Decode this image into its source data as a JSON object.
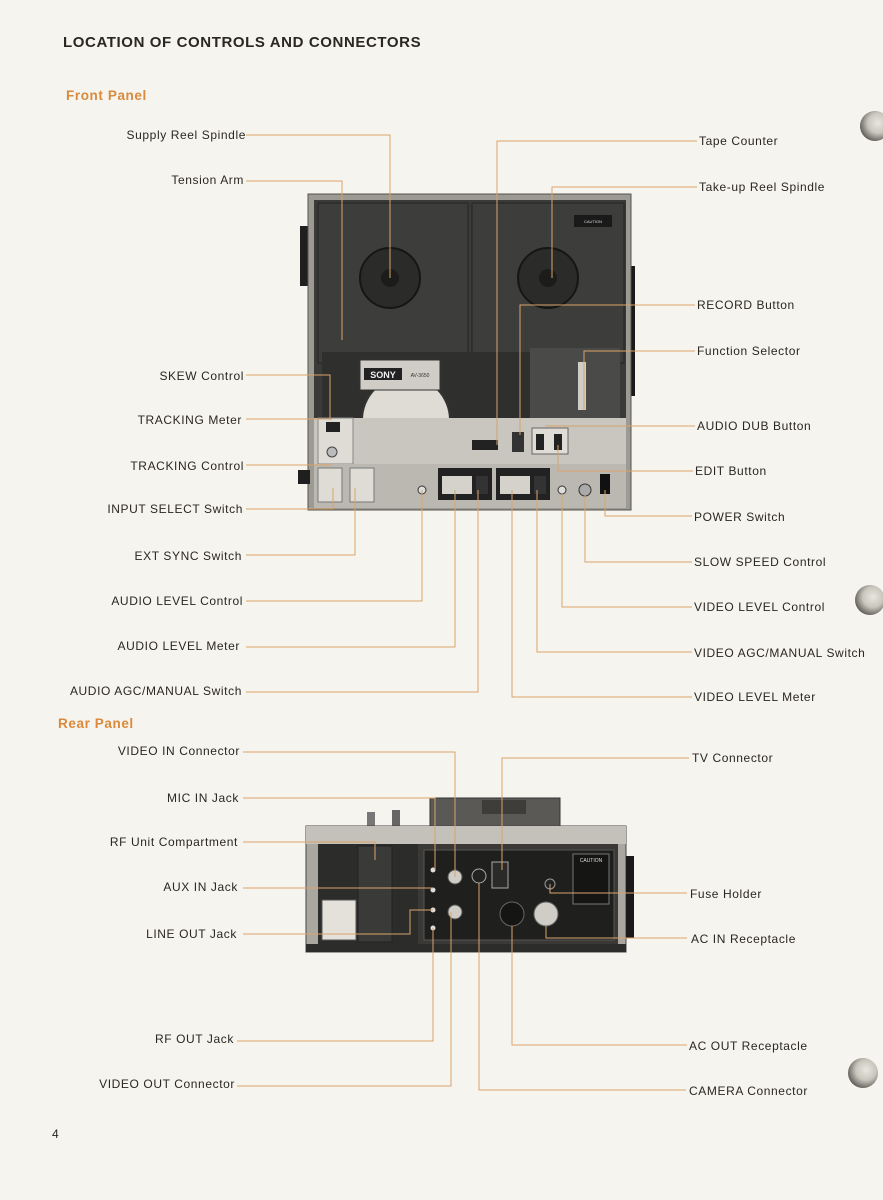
{
  "page_title": "LOCATION OF CONTROLS AND CONNECTORS",
  "front_panel": {
    "heading": "Front Panel",
    "labels_left": [
      "Supply Reel Spindle",
      "Tension Arm",
      "SKEW Control",
      "TRACKING Meter",
      "TRACKING Control",
      "INPUT SELECT Switch",
      "EXT SYNC Switch",
      "AUDIO LEVEL Control",
      "AUDIO LEVEL Meter",
      "AUDIO AGC/MANUAL Switch"
    ],
    "labels_right": [
      "Tape Counter",
      "Take-up Reel Spindle",
      "RECORD Button",
      "Function Selector",
      "AUDIO DUB Button",
      "EDIT Button",
      "POWER Switch",
      "SLOW SPEED Control",
      "VIDEO LEVEL Control",
      "VIDEO AGC/MANUAL Switch",
      "VIDEO LEVEL Meter"
    ],
    "device_brand": "SONY",
    "device_model": "AV-3650",
    "caution_text": "CAUTION"
  },
  "rear_panel": {
    "heading": "Rear Panel",
    "labels_left": [
      "VIDEO IN Connector",
      "MIC IN Jack",
      "RF Unit Compartment",
      "AUX IN Jack",
      "LINE OUT Jack",
      "RF OUT Jack",
      "VIDEO OUT Connector"
    ],
    "labels_right": [
      "TV Connector",
      "Fuse Holder",
      "AC IN Receptacle",
      "AC OUT Receptacle",
      "CAMERA Connector"
    ],
    "caution_text": "CAUTION"
  },
  "page_number": "4"
}
